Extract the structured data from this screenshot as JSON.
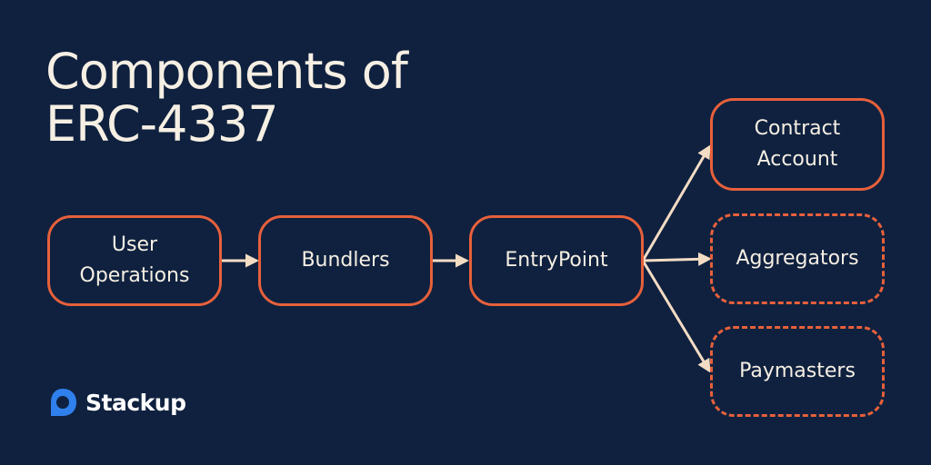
{
  "title": {
    "line1": "Components of",
    "line2": "ERC-4337"
  },
  "nodes": {
    "user_operations": {
      "label1": "User",
      "label2": "Operations"
    },
    "bundlers": {
      "label": "Bundlers"
    },
    "entrypoint": {
      "label": "EntryPoint"
    },
    "contract_account": {
      "label1": "Contract",
      "label2": "Account"
    },
    "aggregators": {
      "label": "Aggregators"
    },
    "paymasters": {
      "label": "Paymasters"
    }
  },
  "logo": {
    "text": "Stackup"
  },
  "colors": {
    "background": "#0f213f",
    "node_border": "#e7603b",
    "text": "#f6efe3",
    "arrow": "#f3dcc4",
    "logo_blue": "#2f80ed"
  }
}
